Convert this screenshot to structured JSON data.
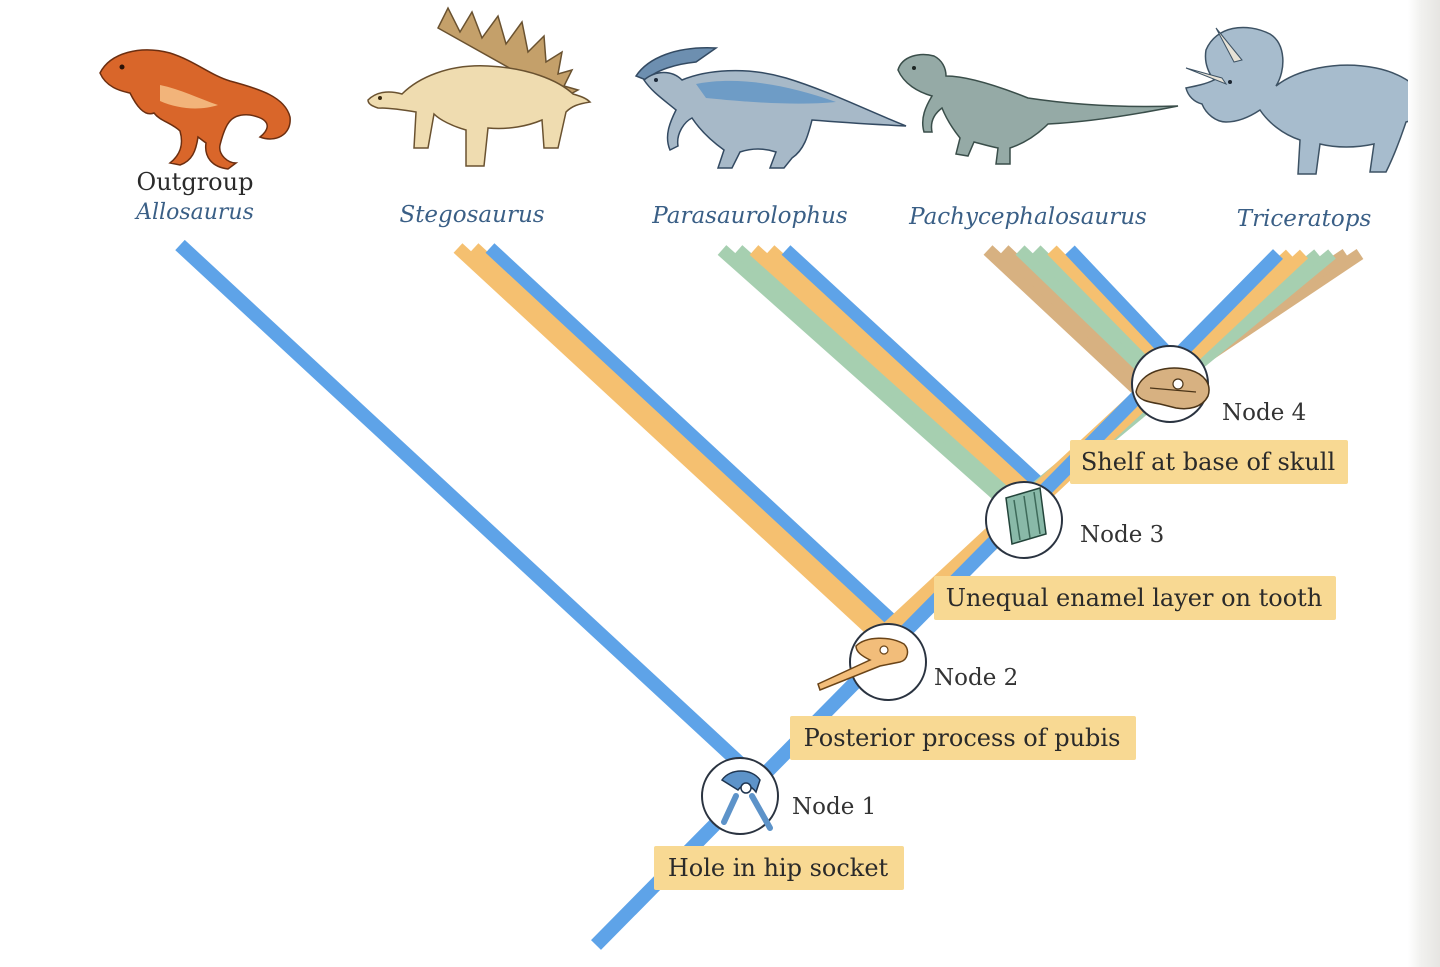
{
  "taxa": {
    "outgroup_heading": "Outgroup",
    "allosaurus": "Allosaurus",
    "stegosaurus": "Stegosaurus",
    "parasaurolophus": "Parasaurolophus",
    "pachycephalosaurus": "Pachycephalosaurus",
    "triceratops": "Triceratops"
  },
  "nodes": [
    {
      "label": "Node 1",
      "character": "Hole in hip socket",
      "icon": "hip-socket-icon"
    },
    {
      "label": "Node 2",
      "character": "Posterior process of pubis",
      "icon": "pubis-bone-icon"
    },
    {
      "label": "Node 3",
      "character": "Unequal enamel layer on tooth",
      "icon": "tooth-icon"
    },
    {
      "label": "Node 4",
      "character": "Shelf at base of skull",
      "icon": "skull-icon"
    }
  ],
  "colors": {
    "blue": "#5ea3e8",
    "orange": "#f5c070",
    "green": "#a6cfb0",
    "tan": "#d7b181",
    "label_box": "#f8d993",
    "taxon_text": "#3a5f86"
  },
  "illustrations": {
    "allosaurus": "allosaurus-illustration",
    "stegosaurus": "stegosaurus-illustration",
    "parasaurolophus": "parasaurolophus-illustration",
    "pachycephalosaurus": "pachycephalosaurus-illustration",
    "triceratops": "triceratops-illustration"
  }
}
